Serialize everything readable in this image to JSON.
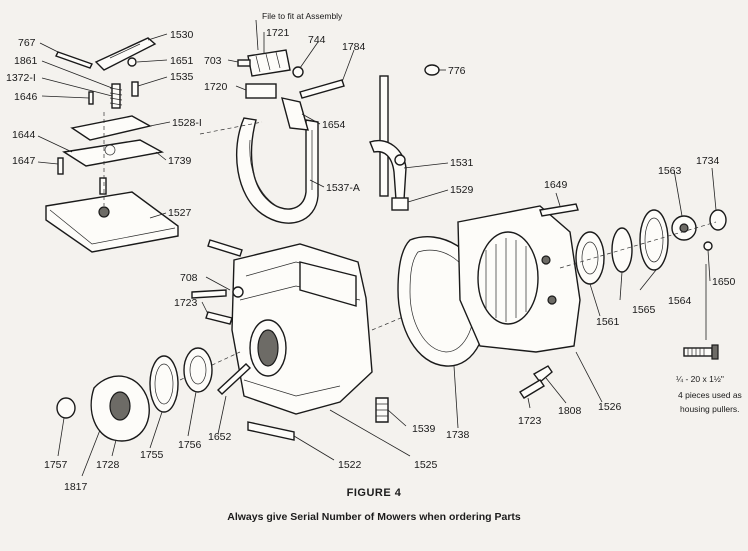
{
  "labels": {
    "p767": "767",
    "p1530": "1530",
    "p1651": "1651",
    "p1861": "1861",
    "p1372": "1372-I",
    "p1535": "1535",
    "p1646": "1646",
    "p1528": "1528-I",
    "p1644": "1644",
    "p1739": "1739",
    "p1647": "1647",
    "p1527": "1527",
    "p1721": "1721",
    "p703": "703",
    "p744": "744",
    "p1784": "1784",
    "p1720": "1720",
    "p1654": "1654",
    "p1537": "1537-A",
    "p776": "776",
    "p1531": "1531",
    "p1529": "1529",
    "p1649": "1649",
    "p1563": "1563",
    "p1734": "1734",
    "p708": "708",
    "p1723a": "1723",
    "p1561": "1561",
    "p1565": "1565",
    "p1564": "1564",
    "p1650": "1650",
    "p1757": "1757",
    "p1728": "1728",
    "p1817": "1817",
    "p1755": "1755",
    "p1756": "1756",
    "p1652": "1652",
    "p1522": "1522",
    "p1525": "1525",
    "p1539": "1539",
    "p1738": "1738",
    "p1723b": "1723",
    "p1808": "1808",
    "p1526": "1526"
  },
  "annotations": {
    "file_to_fit": "File to fit at Assembly",
    "bolt_size": "¼ - 20 x 1½\"",
    "pullers_line1": "4 pieces used as",
    "pullers_line2": "housing pullers."
  },
  "caption": {
    "figure": "FIGURE 4",
    "note": "Always give Serial Number of Mowers when ordering Parts"
  }
}
